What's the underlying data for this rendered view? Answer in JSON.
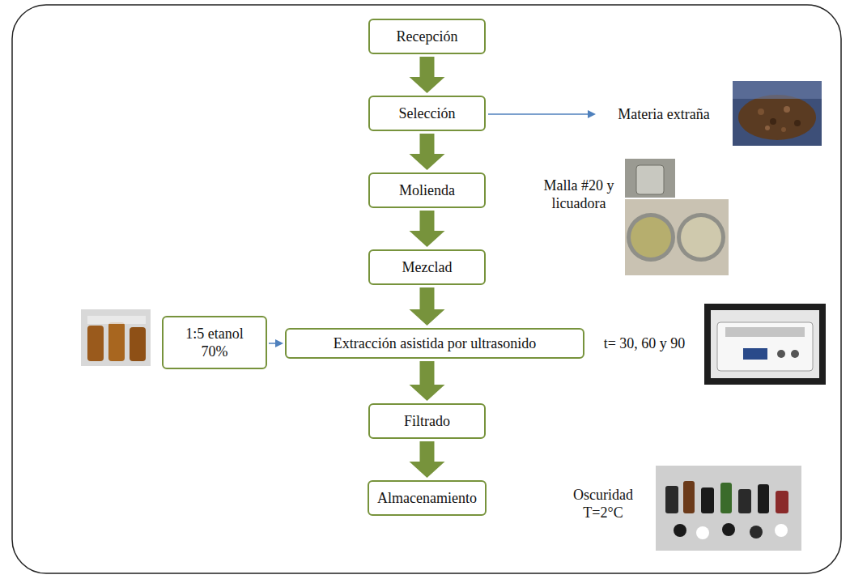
{
  "diagram": {
    "nodes": [
      {
        "text": [
          "Recepción"
        ]
      },
      {
        "text": [
          "Selección"
        ]
      },
      {
        "text": [
          "Molienda"
        ]
      },
      {
        "text": [
          "Mezclad"
        ]
      },
      {
        "text": [
          "1:5 etanol 70%"
        ]
      },
      {
        "text": [
          "Extracción asistida por ultrasonido"
        ]
      },
      {
        "text": [
          "Filtrado"
        ]
      },
      {
        "text": [
          "Almacenamiento"
        ]
      }
    ],
    "edges": [
      {
        "from": 0,
        "to": 1,
        "arrow": "to"
      },
      {
        "from": 1,
        "to": 2,
        "arrow": "to"
      },
      {
        "from": 2,
        "to": 3,
        "arrow": "to"
      },
      {
        "from": 3,
        "to": 5,
        "arrow": "to"
      },
      {
        "from": 4,
        "to": 5,
        "arrow": "to"
      },
      {
        "from": 5,
        "to": 6,
        "arrow": "to"
      },
      {
        "from": 6,
        "to": 7,
        "arrow": "to"
      }
    ],
    "labels": [
      "Materia extraña",
      "Malla #20 y licuadora",
      "t= 30, 60 y 90",
      "Oscuridad T=2°C"
    ]
  }
}
